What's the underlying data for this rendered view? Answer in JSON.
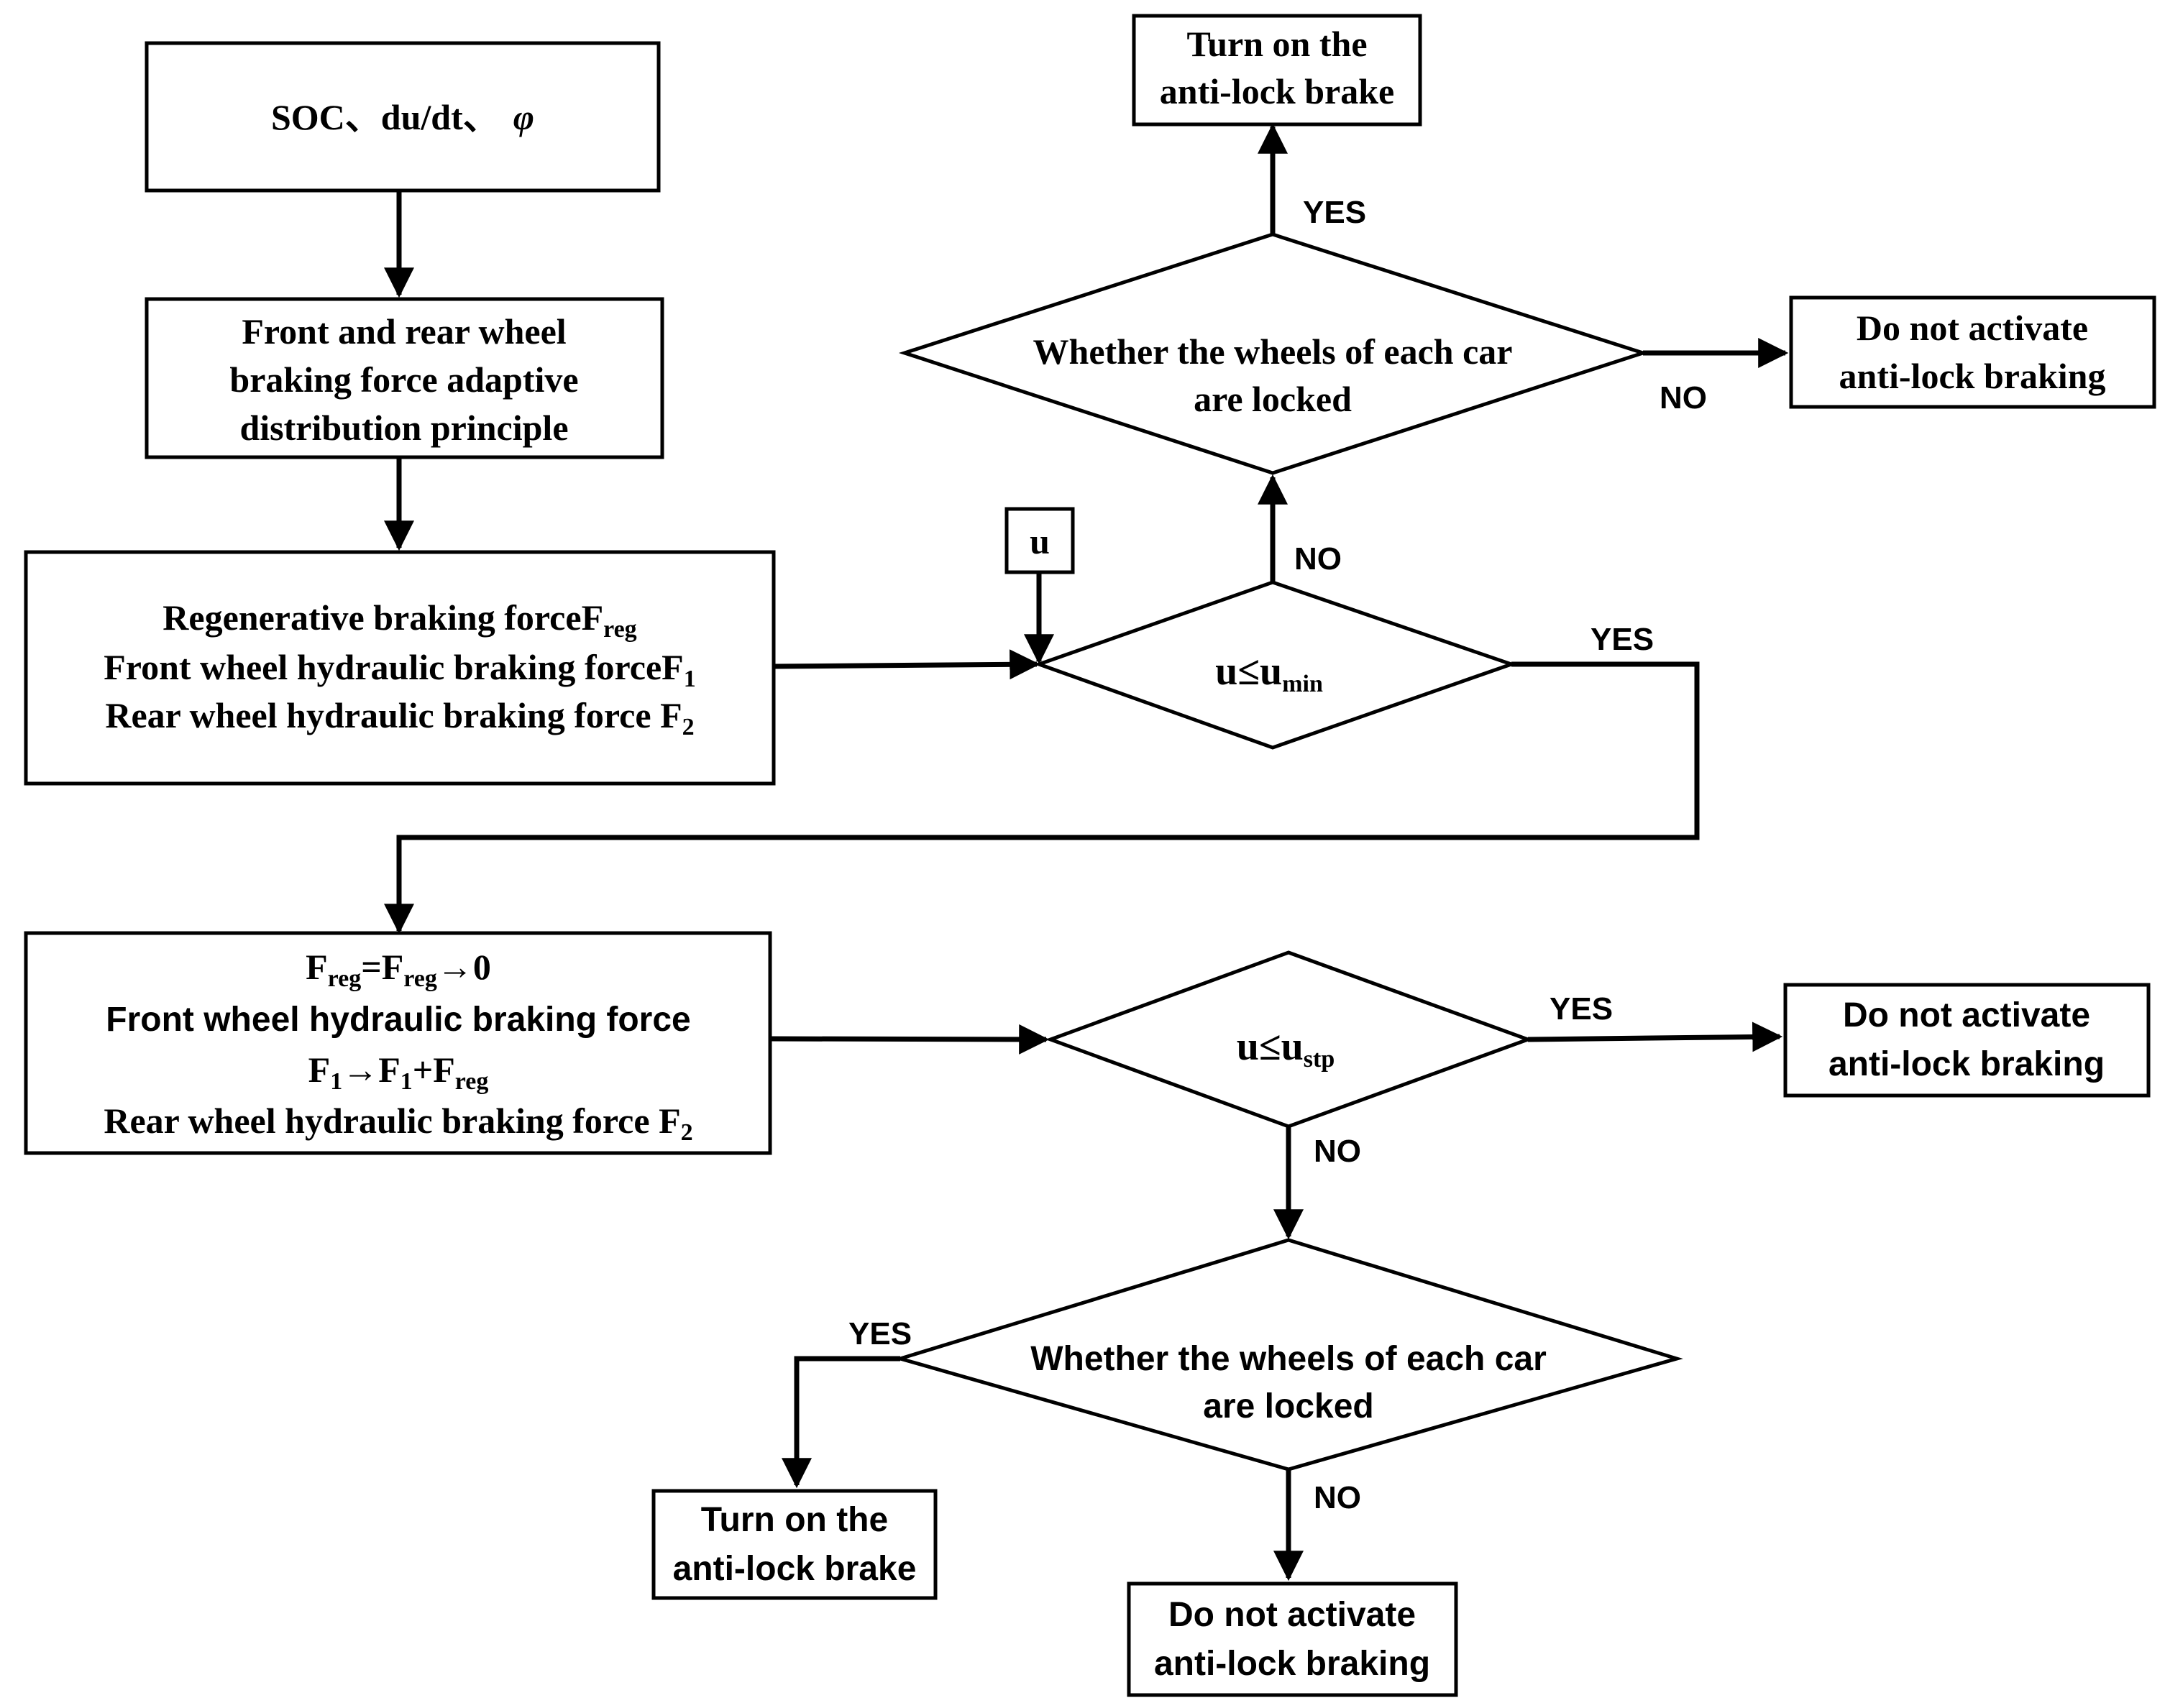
{
  "inputs": {
    "soc": "SOC",
    "sep1": "、",
    "dudt": "du/dt",
    "sep2": "、",
    "phi": "φ"
  },
  "distribution": {
    "line1": "Front and rear wheel",
    "line2": "braking force adaptive",
    "line3": "distribution principle"
  },
  "forces": {
    "regen_label": "Regenerative braking force",
    "regen_symbol": "F",
    "regen_sub": "reg",
    "front_label": "Front wheel hydraulic braking force",
    "front_symbol": "F",
    "front_sub": "1",
    "rear_label": "Rear wheel hydraulic braking force ",
    "rear_symbol": "F",
    "rear_sub": "2"
  },
  "speed_input": "u",
  "decision_umin": {
    "var": "u",
    "op": "≤",
    "threshold": "u",
    "threshold_sub": "min"
  },
  "decision_locked_top": {
    "line1": "Whether the wheels of each car",
    "line2": "are locked"
  },
  "abs_on_top": {
    "line1": "Turn on the",
    "line2": "anti-lock brake"
  },
  "abs_off_top": {
    "line1": "Do not activate",
    "line2": "anti-lock braking"
  },
  "transfer": {
    "l1_f": "F",
    "l1_sub1": "reg",
    "l1_eq": "=F",
    "l1_sub2": "reg",
    "l1_arrow": "→",
    "l1_zero": "0",
    "l2": "Front wheel hydraulic braking force",
    "l3_f": "F",
    "l3_sub1": "1",
    "l3_arrow": "→",
    "l3_f2": "F",
    "l3_sub2": "1",
    "l3_plus": "+F",
    "l3_sub3": "reg",
    "l4_text": "Rear wheel hydraulic braking force ",
    "l4_f": "F",
    "l4_sub": "2"
  },
  "decision_ustp": {
    "var": "u",
    "op": "≤",
    "threshold": "u",
    "threshold_sub": "stp"
  },
  "abs_off_right": {
    "line1": "Do not activate",
    "line2": "anti-lock braking"
  },
  "decision_locked_bottom": {
    "line1": "Whether the wheels of each car",
    "line2": "are locked"
  },
  "abs_on_bottom": {
    "line1": "Turn on the",
    "line2": "anti-lock brake"
  },
  "abs_off_bottom": {
    "line1": "Do not activate",
    "line2": "anti-lock braking"
  },
  "branch_labels": {
    "yes": "YES",
    "no": "NO"
  }
}
